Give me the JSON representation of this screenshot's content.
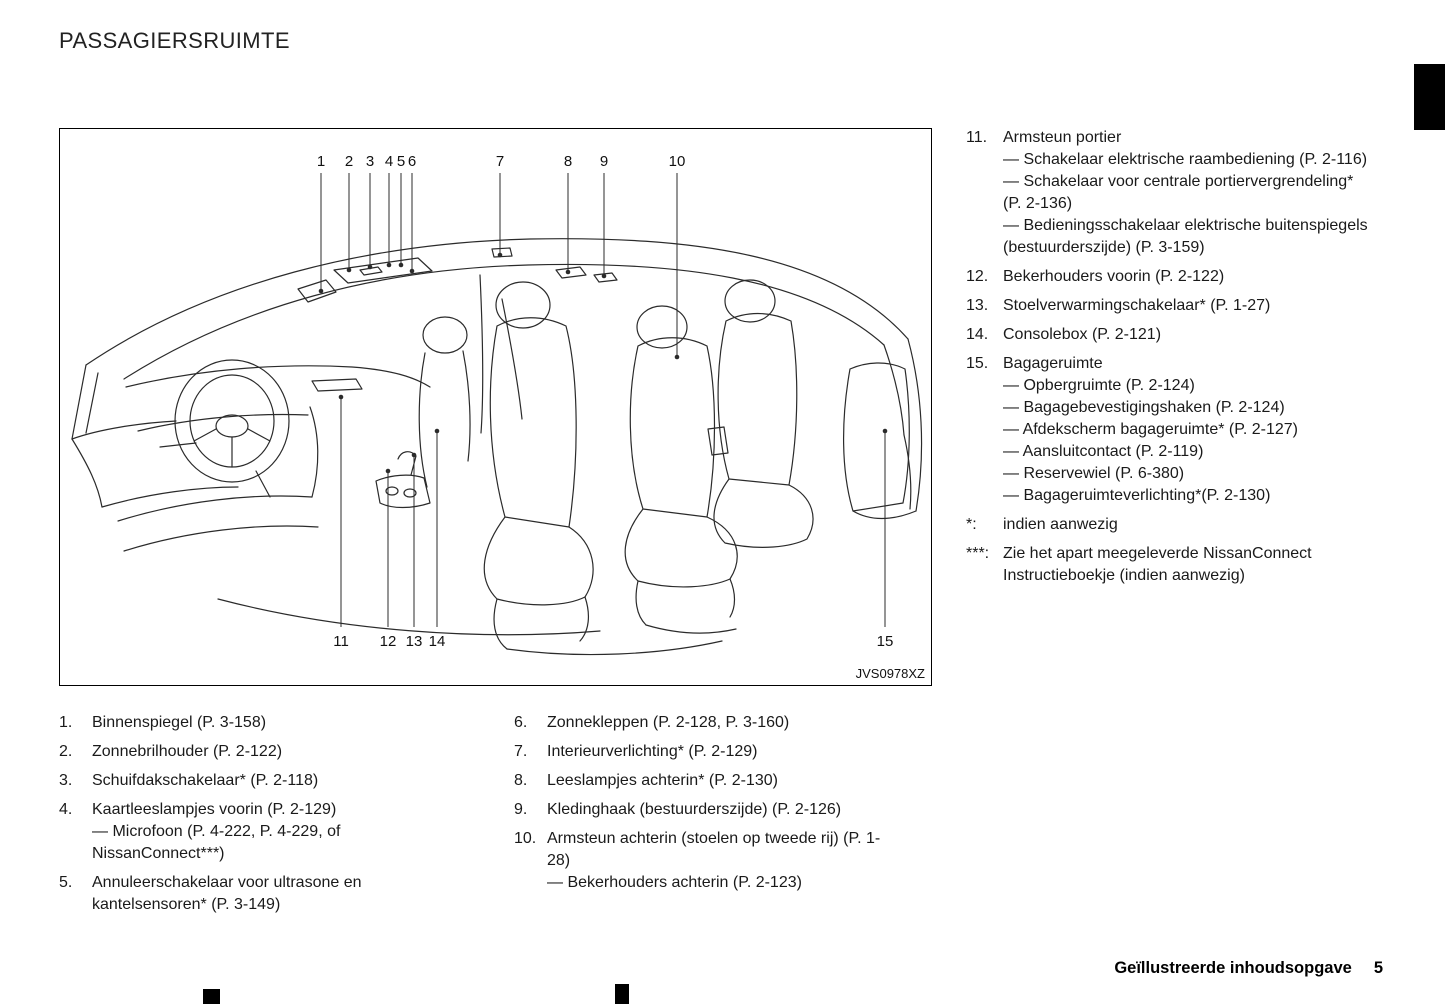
{
  "page": {
    "title": "PASSAGIERSRUIMTE",
    "footer_label": "Geïllustreerde inhoudsopgave",
    "footer_page": "5"
  },
  "diagram": {
    "image_code": "JVS0978XZ",
    "top_callouts": [
      "1",
      "2",
      "3",
      "4",
      "5",
      "6",
      "7",
      "8",
      "9",
      "10"
    ],
    "bottom_callouts": [
      "11",
      "12",
      "13",
      "14",
      "15"
    ]
  },
  "right_list": [
    {
      "num": "11.",
      "text": "Armsteun portier",
      "subs": [
        "— Schakelaar elektrische raambediening (P. 2-116)",
        "— Schakelaar voor centrale portiervergrendeling* (P. 2-136)",
        "— Bedieningsschakelaar elektrische buitenspiegels (bestuurderszijde) (P. 3-159)"
      ]
    },
    {
      "num": "12.",
      "text": "Bekerhouders voorin (P. 2-122)",
      "subs": []
    },
    {
      "num": "13.",
      "text": "Stoelverwarmingschakelaar* (P. 1-27)",
      "subs": []
    },
    {
      "num": "14.",
      "text": "Consolebox (P. 2-121)",
      "subs": []
    },
    {
      "num": "15.",
      "text": "Bagageruimte",
      "subs": [
        "— Opbergruimte (P. 2-124)",
        "— Bagagebevestigingshaken (P. 2-124)",
        "— Afdekscherm bagageruimte* (P. 2-127)",
        "— Aansluitcontact (P. 2-119)",
        "— Reservewiel (P. 6-380)",
        "— Bagageruimteverlichting*(P. 2-130)"
      ]
    },
    {
      "num": "*:",
      "text": "indien aanwezig",
      "subs": []
    },
    {
      "num": "***:",
      "text": "Zie het apart meegeleverde NissanConnect Instructieboekje (indien aanwezig)",
      "subs": []
    }
  ],
  "bottom_left_list": [
    {
      "num": "1.",
      "text": "Binnenspiegel (P. 3-158)",
      "subs": []
    },
    {
      "num": "2.",
      "text": "Zonnebrilhouder (P. 2-122)",
      "subs": []
    },
    {
      "num": "3.",
      "text": "Schuifdakschakelaar* (P. 2-118)",
      "subs": []
    },
    {
      "num": "4.",
      "text": "Kaartleeslampjes voorin (P. 2-129)",
      "subs": [
        "— Microfoon (P. 4-222, P. 4-229, of NissanConnect***)"
      ]
    },
    {
      "num": "5.",
      "text": "Annuleerschakelaar voor ultrasone en kantelsensoren* (P. 3-149)",
      "subs": []
    }
  ],
  "bottom_mid_list": [
    {
      "num": "6.",
      "text": "Zonnekleppen (P. 2-128, P. 3-160)",
      "subs": []
    },
    {
      "num": "7.",
      "text": "Interieurverlichting* (P. 2-129)",
      "subs": []
    },
    {
      "num": "8.",
      "text": "Leeslampjes achterin* (P. 2-130)",
      "subs": []
    },
    {
      "num": "9.",
      "text": "Kledinghaak (bestuurderszijde) (P. 2-126)",
      "subs": []
    },
    {
      "num": "10.",
      "text": "Armsteun achterin (stoelen op tweede rij) (P. 1-28)",
      "subs": [
        "— Bekerhouders achterin (P. 2-123)"
      ]
    }
  ]
}
